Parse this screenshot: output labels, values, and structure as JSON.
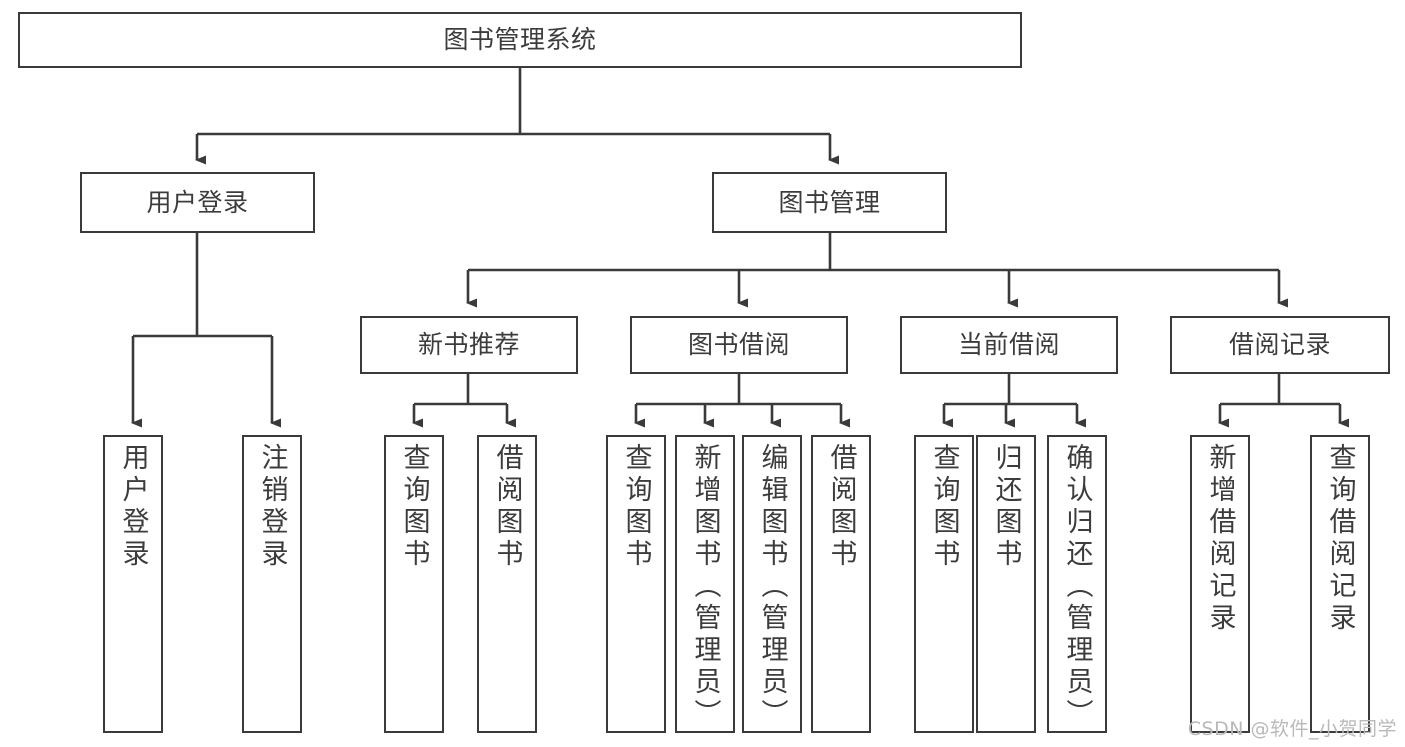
{
  "diagram": {
    "title": "图书管理系统",
    "type": "tree-hierarchy",
    "stroke_color": "#3a3a3a",
    "text_color": "#3c3c3c",
    "background_color": "#ffffff",
    "watermark": "CSDN @软件_小贺同学"
  },
  "root": {
    "label": "图书管理系统"
  },
  "level1": [
    {
      "label": "用户登录"
    },
    {
      "label": "图书管理"
    }
  ],
  "level2": [
    {
      "label": "新书推荐"
    },
    {
      "label": "图书借阅"
    },
    {
      "label": "当前借阅"
    },
    {
      "label": "借阅记录"
    }
  ],
  "leaves": {
    "user_login": [
      {
        "label": "用户登录"
      },
      {
        "label": "注销登录"
      }
    ],
    "new_book_recommend": [
      {
        "label": "查询图书"
      },
      {
        "label": "借阅图书"
      }
    ],
    "book_borrow": [
      {
        "label": "查询图书"
      },
      {
        "label": "新增图书（管理员）"
      },
      {
        "label": "编辑图书（管理员）"
      },
      {
        "label": "借阅图书"
      }
    ],
    "current_borrow": [
      {
        "label": "查询图书"
      },
      {
        "label": "归还图书"
      },
      {
        "label": "确认归还（管理员）"
      }
    ],
    "borrow_records": [
      {
        "label": "新增借阅记录"
      },
      {
        "label": "查询借阅记录"
      }
    ]
  }
}
